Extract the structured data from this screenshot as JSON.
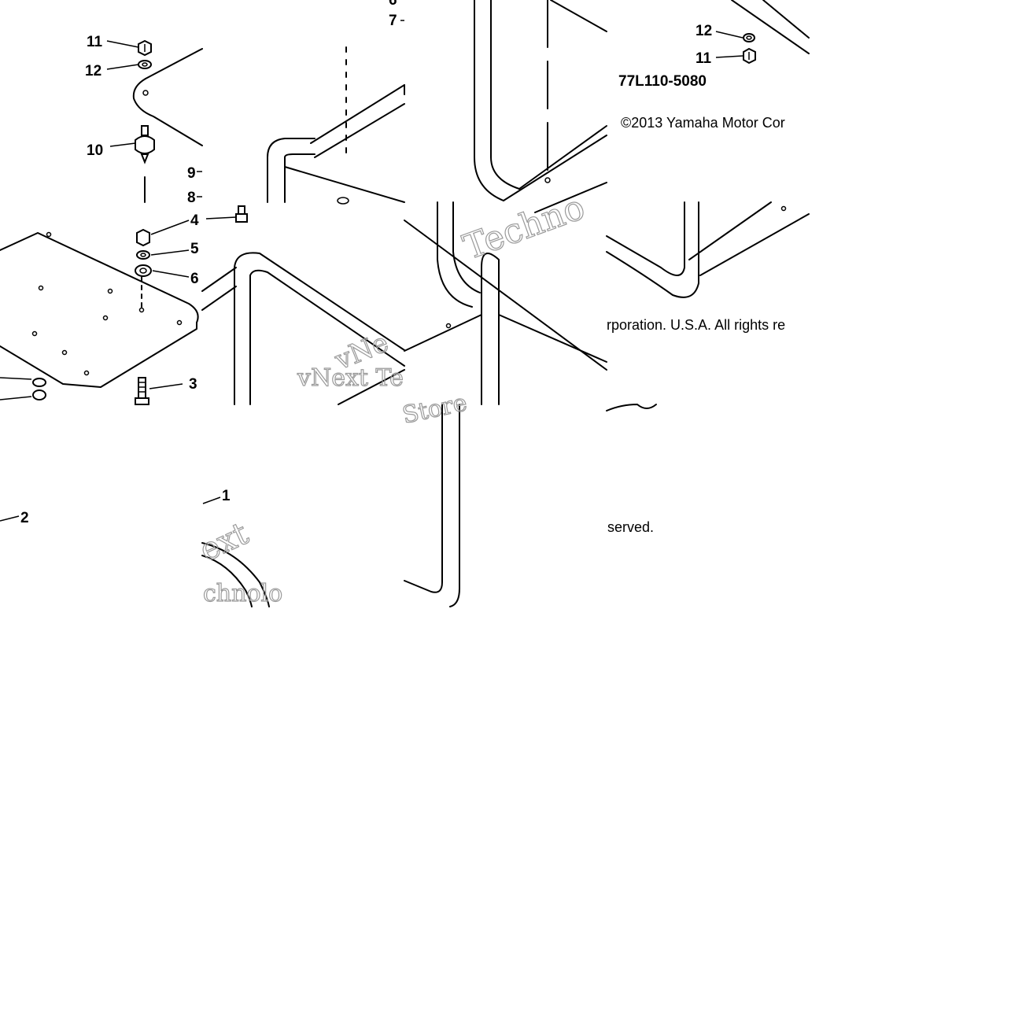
{
  "diagram": {
    "part_code": "77L110-5080",
    "copyright_fragments": [
      "©2013 Yamaha Motor Cor",
      "rporation. U.S.A. All rights re",
      "served."
    ],
    "callouts": [
      "1",
      "2",
      "3",
      "4",
      "5",
      "6",
      "7",
      "8",
      "9",
      "10",
      "11",
      "12",
      "11",
      "12",
      "6"
    ],
    "watermark_fragments": [
      "vNext Te",
      "Techno",
      "vNe",
      "ext",
      "chnolo",
      "Store"
    ]
  }
}
